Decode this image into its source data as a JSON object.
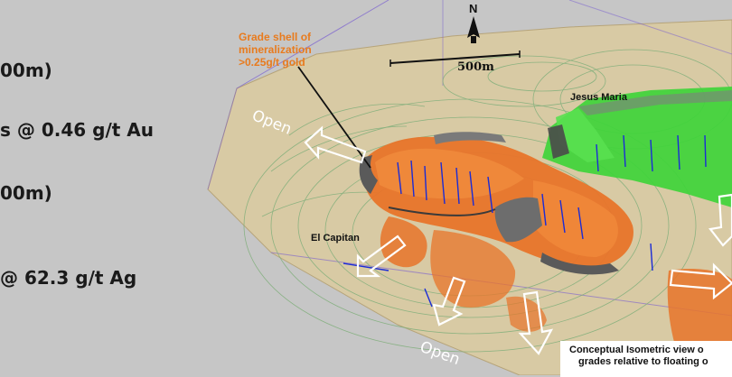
{
  "slide": {
    "left_lines": [
      "00m)",
      "s @ 0.46 g/t Au",
      "00m)",
      "@ 62.3 g/t Ag"
    ]
  },
  "map": {
    "callout": [
      "Grade shell of",
      "mineralization",
      ">0.25g/t gold"
    ],
    "north_label": "N",
    "scale_label": "500m",
    "places": {
      "jesus_maria": "Jesus Maria",
      "el_capitan": "El Capitan"
    },
    "open_labels": [
      "Open",
      "Open"
    ],
    "caption": [
      "Conceptual Isometric view o",
      "grades relative to floating o"
    ]
  },
  "colors": {
    "background": "#c6c6c6",
    "terrain": "#d8caa4",
    "gold_shell": "#e8742a",
    "silver_shell": "#3fd43a",
    "callout_text": "#e87b1e"
  }
}
